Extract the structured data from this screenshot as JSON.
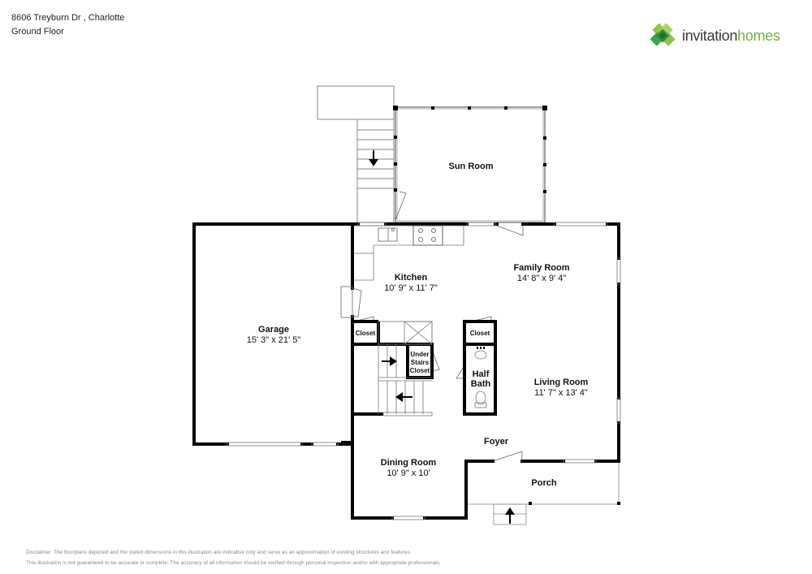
{
  "header": {
    "address": "8606 Treyburn Dr , Charlotte",
    "floor": "Ground Floor"
  },
  "logo": {
    "word1": "invitation",
    "word2": "homes",
    "icon": "clover-logo-icon",
    "colors": {
      "dark_green": "#2e8b3a",
      "light_green": "#8cc63f",
      "text_gray": "#3a3a3a",
      "text_green": "#6cb33f"
    }
  },
  "rooms": {
    "sun_room": {
      "name": "Sun Room"
    },
    "kitchen": {
      "name": "Kitchen",
      "dims": "10' 9\" x 11' 7\""
    },
    "family_room": {
      "name": "Family Room",
      "dims": "14' 8\" x 9' 4\""
    },
    "garage": {
      "name": "Garage",
      "dims": "15' 3\" x 21' 5\""
    },
    "closet_left": {
      "name": "Closet"
    },
    "closet_right": {
      "name": "Closet"
    },
    "under_stairs": {
      "line1": "Under",
      "line2": "Stairs",
      "line3": "Closet"
    },
    "half_bath": {
      "line1": "Half",
      "line2": "Bath"
    },
    "living_room": {
      "name": "Living Room",
      "dims": "11' 7\" x 13' 4\""
    },
    "foyer": {
      "name": "Foyer"
    },
    "dining_room": {
      "name": "Dining Room",
      "dims": "10' 9\" x 10'"
    },
    "porch": {
      "name": "Porch"
    }
  },
  "disclaimer": {
    "line1": "Disclaimer: The floorplans depicted and the stated dimensions in this illustration are indicative only and serve as an approximation of existing structures and features.",
    "line2": "This illustration is not guaranteed to be accurate or complete. The accuracy of all information should be verified through personal inspection and/or with appropriate professionals."
  }
}
